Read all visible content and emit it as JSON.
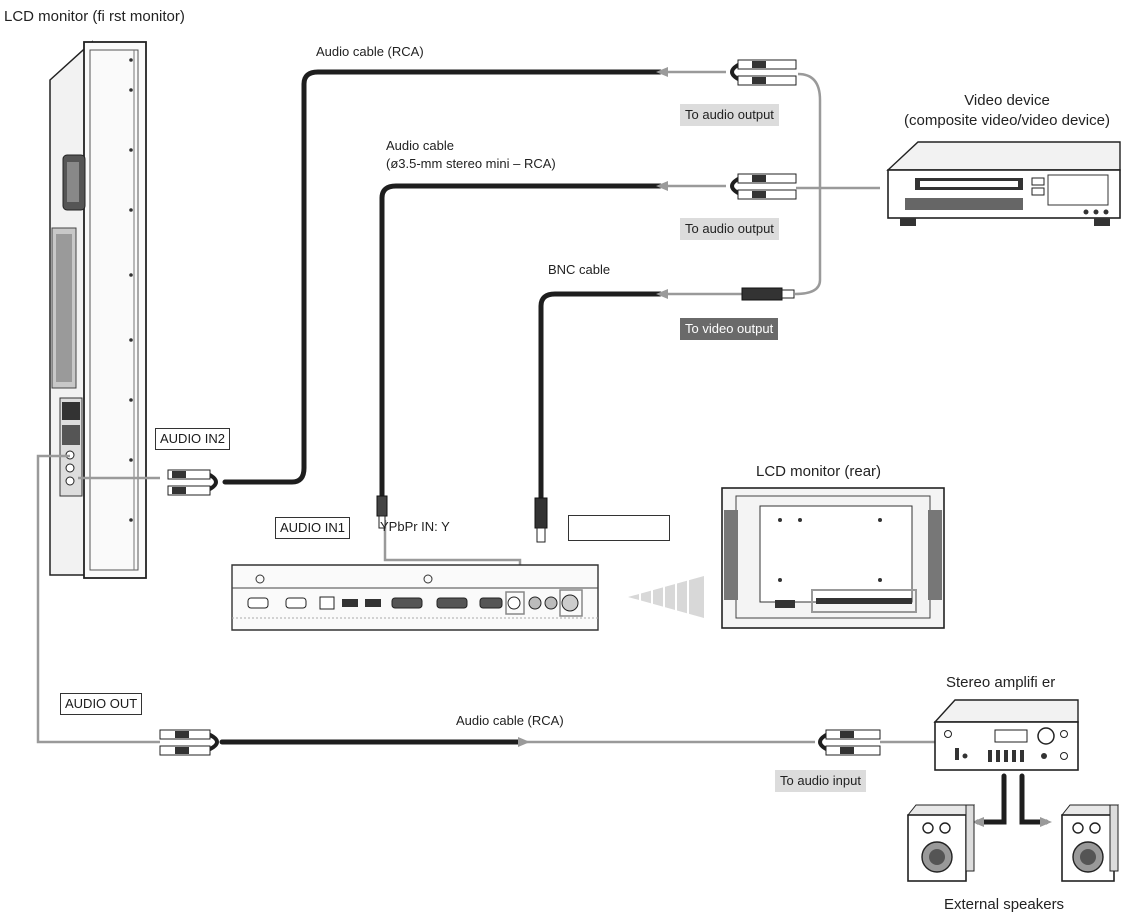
{
  "diagram": {
    "titles": {
      "lcd_first": "LCD monitor (fi rst monitor)",
      "video_device": "Video device",
      "video_device_sub": "(composite video/video device)",
      "lcd_rear": "LCD monitor (rear)",
      "stereo_amp": "Stereo amplifi er",
      "external_speakers": "External speakers"
    },
    "cables": {
      "audio_rca_top": "Audio cable (RCA)",
      "audio_mini_line1": "Audio cable",
      "audio_mini_line2": "(ø3.5-mm stereo mini – RCA)",
      "bnc": "BNC cable",
      "audio_rca_bottom": "Audio cable (RCA)"
    },
    "tags": {
      "to_audio_output_1": "To audio output",
      "to_audio_output_2": "To audio output",
      "to_video_output": "To video output",
      "to_audio_input": "To audio input"
    },
    "ports": {
      "audio_in2": "AUDIO IN2",
      "audio_in1": "AUDIO IN1",
      "ypbpr": "YPbPr IN: Y",
      "audio_out": "AUDIO OUT",
      "empty_box": ""
    }
  }
}
